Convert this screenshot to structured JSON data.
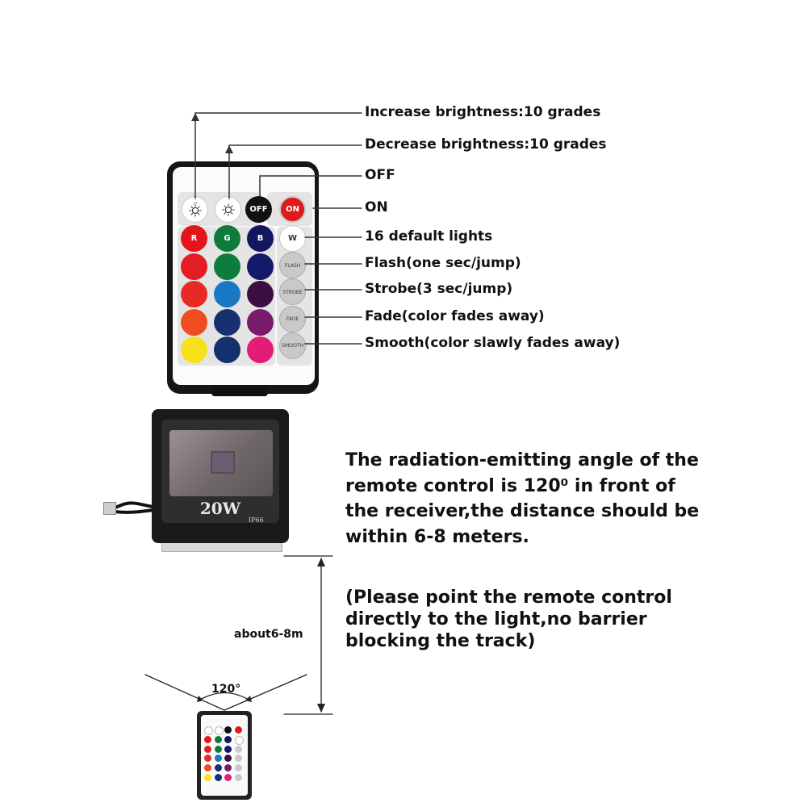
{
  "callouts": {
    "increase": "Increase brightness:10 grades",
    "decrease": "Decrease brightness:10 grades",
    "off": "OFF",
    "on": "ON",
    "default_lights": "16 default lights",
    "flash": "Flash(one sec/jump)",
    "strobe": "Strobe(3 sec/jump)",
    "fade": "Fade(color fades away)",
    "smooth": "Smooth(color slawly fades away)"
  },
  "remote": {
    "top_buttons": [
      {
        "name": "brightness-up-button",
        "label": "",
        "icon": "sun-up-icon",
        "color": "#ffffff"
      },
      {
        "name": "brightness-down-button",
        "label": "",
        "icon": "sun-down-icon",
        "color": "#ffffff"
      },
      {
        "name": "off-button",
        "label": "OFF",
        "color": "#111111"
      },
      {
        "name": "on-button",
        "label": "ON",
        "color": "#e01a1a"
      }
    ],
    "color_rows": [
      [
        {
          "label": "R",
          "color": "#e3151b"
        },
        {
          "label": "G",
          "color": "#0f7a3b"
        },
        {
          "label": "B",
          "color": "#13175e"
        }
      ],
      [
        {
          "label": "",
          "color": "#e61c24"
        },
        {
          "label": "",
          "color": "#0d7d3e"
        },
        {
          "label": "",
          "color": "#141a6a"
        }
      ],
      [
        {
          "label": "",
          "color": "#e82a24"
        },
        {
          "label": "",
          "color": "#1a78c2"
        },
        {
          "label": "",
          "color": "#3b0f3f"
        }
      ],
      [
        {
          "label": "",
          "color": "#f04b21"
        },
        {
          "label": "",
          "color": "#17306e"
        },
        {
          "label": "",
          "color": "#7a1a6a"
        }
      ],
      [
        {
          "label": "",
          "color": "#f6e21a"
        },
        {
          "label": "",
          "color": "#14316e"
        },
        {
          "label": "",
          "color": "#e31c79"
        }
      ]
    ],
    "mode_buttons": [
      {
        "name": "white-button",
        "label": "W",
        "style": "white"
      },
      {
        "name": "flash-button",
        "label": "FLASH",
        "style": "gray"
      },
      {
        "name": "strobe-button",
        "label": "STROBE",
        "style": "gray"
      },
      {
        "name": "fade-button",
        "label": "FADE",
        "style": "gray"
      },
      {
        "name": "smooth-button",
        "label": "SMOOTH",
        "style": "gray"
      }
    ]
  },
  "floodlight": {
    "wattage": "20W",
    "rating": "IP66"
  },
  "description": {
    "lines": [
      "The radiation-emitting angle of the",
      "remote control is 120⁰ in front of",
      "the receiver,the distance should be",
      "within 6-8 meters."
    ],
    "note_lines": [
      "(Please point the remote control",
      "directly to the light,no barrier",
      "blocking the track)"
    ]
  },
  "diagram": {
    "distance_label": "about6-8m",
    "angle_label": "120°"
  }
}
